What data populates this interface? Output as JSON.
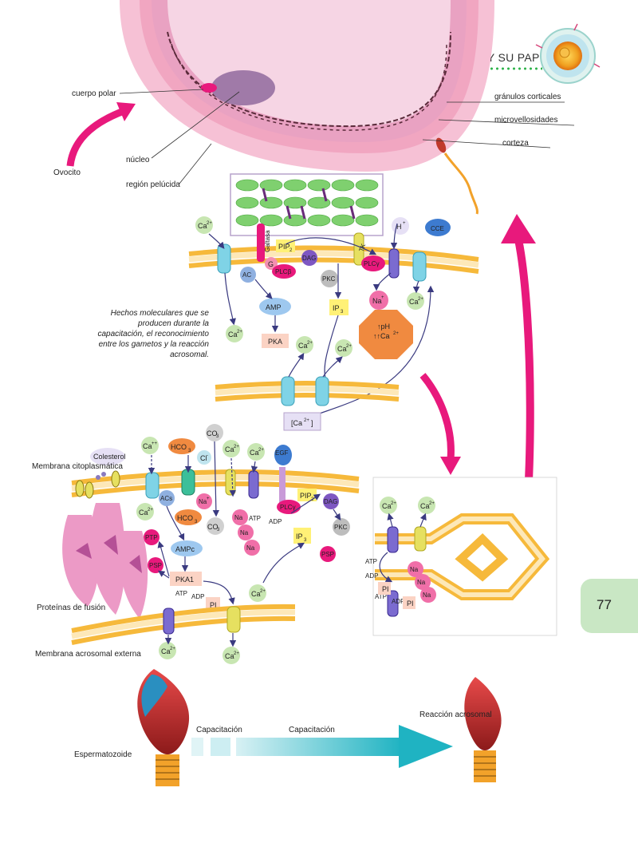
{
  "header": {
    "title": "EL ESPERMATOZOIDE Y SU PAPEL"
  },
  "page_number": "77",
  "caption": "Hechos moleculares que se producen durante la capacitación, el reconocimiento entre los gametos y la reacción acrosomal.",
  "egg_labels": {
    "cuerpo_polar": "cuerpo polar",
    "nucleo": "núcleo",
    "region_pelucida": "región pelúcida",
    "ovocito": "Ovocito",
    "granulos_corticales": "gránulos corticales",
    "microvellosidades": "microvellosidades",
    "corteza": "corteza"
  },
  "upper_membrane": {
    "galtasa": "Galtasa",
    "pip2": "PIP",
    "pip2_sub": "2",
    "g": "G",
    "plcb": "PLCβ",
    "dag": "DAG",
    "plcg": "PLCγ",
    "tk": "TK",
    "hplus": "H",
    "hplus_sup": "+",
    "cce": "CCE",
    "ac": "AC",
    "pkc": "PKC",
    "amp": "AMP",
    "pka": "PKA",
    "ip3": "IP",
    "ip3_sub": "3",
    "na": "Na",
    "na_sup": "+",
    "ph": "↑pH",
    "ca_up": "↑↑Ca",
    "ca_up_sup": "2+",
    "ca": "Ca",
    "ca_sup": "2+",
    "ca_store": "[Ca",
    "ca_store_sup": "2+",
    "ca_store_end": "]"
  },
  "lower_left": {
    "membrana_citoplasmatica": "Membrana citoplasmática",
    "colesterol": "Colesterol",
    "ca_pp": "Ca",
    "ca_pp_sup": "++",
    "hco3": "HCO",
    "hco3_sub": "3",
    "cl": "Cl",
    "cl_sup": "-",
    "co3": "CO",
    "co3_sub": "3",
    "co3_sup": "+",
    "egf": "EGF",
    "acs": "ACs",
    "ptp": "PTP",
    "psp": "PSP",
    "ampc": "AMPc",
    "pka1": "PKA1",
    "atp": "ATP",
    "adp": "ADP",
    "pi": "PI",
    "plcg": "PLCγ",
    "pip2": "PIP",
    "pip2_sub": "2",
    "dag": "DAG",
    "pkc": "PKC",
    "ip3": "IP",
    "ip3_sub": "3",
    "proteinas_fusion": "Proteínas de fusión",
    "membrana_acrosomal": "Membrana acrosomal externa"
  },
  "bottom": {
    "espermatozoide": "Espermatozoide",
    "capacitacion1": "Capacitación",
    "capacitacion2": "Capacitación",
    "reaccion_acrosomal": "Reacción acrosomal"
  },
  "colors": {
    "magenta": "#e8197c",
    "pink_zona": "#f4b8cf",
    "membrane": "#f6b93b",
    "ca_green": "#c8e6b2",
    "teal": "#26b5c4"
  }
}
